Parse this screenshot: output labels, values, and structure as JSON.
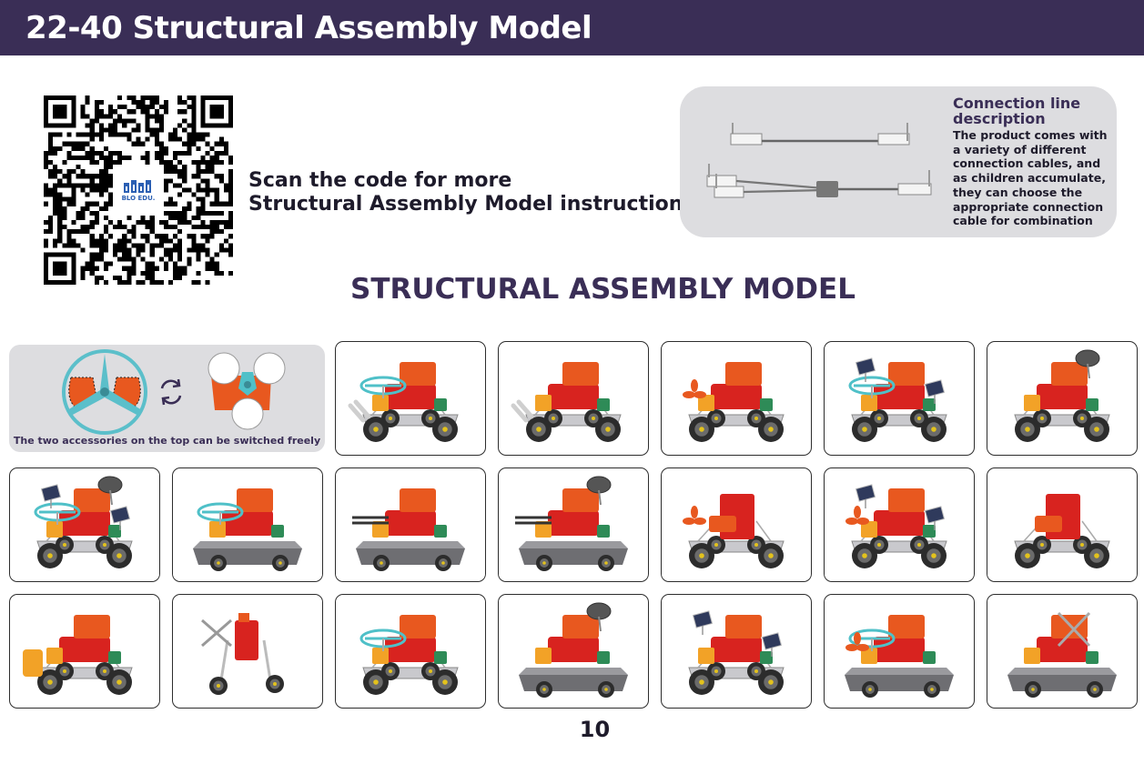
{
  "header": {
    "title": "22-40 Structural Assembly Model",
    "bg_color": "#3a2e56"
  },
  "qr": {
    "logo_text": "BLO EDU."
  },
  "scan": {
    "line1": "Scan the code for more",
    "line2": "Structural Assembly Model instructions"
  },
  "connection": {
    "title_line1": "Connection line",
    "title_line2": "description",
    "desc_lines": [
      "The product comes with",
      "a variety of different",
      "connection cables, and",
      "as children accumulate,",
      "they can choose the",
      "appropriate connection",
      "cable for combination"
    ]
  },
  "section": {
    "title": "STRUCTURAL ASSEMBLY MODEL"
  },
  "accessories": {
    "note": "The two accessories on the top can be switched freely"
  },
  "models": [
    {
      "variant": "propeller-car"
    },
    {
      "variant": "claw-car"
    },
    {
      "variant": "fan-car"
    },
    {
      "variant": "solar-car"
    },
    {
      "variant": "radar-car"
    },
    {
      "variant": "radar-solar-car"
    },
    {
      "variant": "propeller-board"
    },
    {
      "variant": "gun-board"
    },
    {
      "variant": "radar-gun-board"
    },
    {
      "variant": "fan-tall-car"
    },
    {
      "variant": "solar-fan-car"
    },
    {
      "variant": "climber-car"
    },
    {
      "variant": "bulldozer"
    },
    {
      "variant": "windmill"
    },
    {
      "variant": "trike"
    },
    {
      "variant": "radar-board"
    },
    {
      "variant": "solar-walker"
    },
    {
      "variant": "fan-hovercraft"
    },
    {
      "variant": "windmill-board"
    }
  ],
  "colors": {
    "accent": "#3a2e56",
    "orange": "#e8581f",
    "red": "#d8231f",
    "teal": "#4fc0c8",
    "panel": "#dddde0"
  },
  "page": {
    "number": "10"
  }
}
